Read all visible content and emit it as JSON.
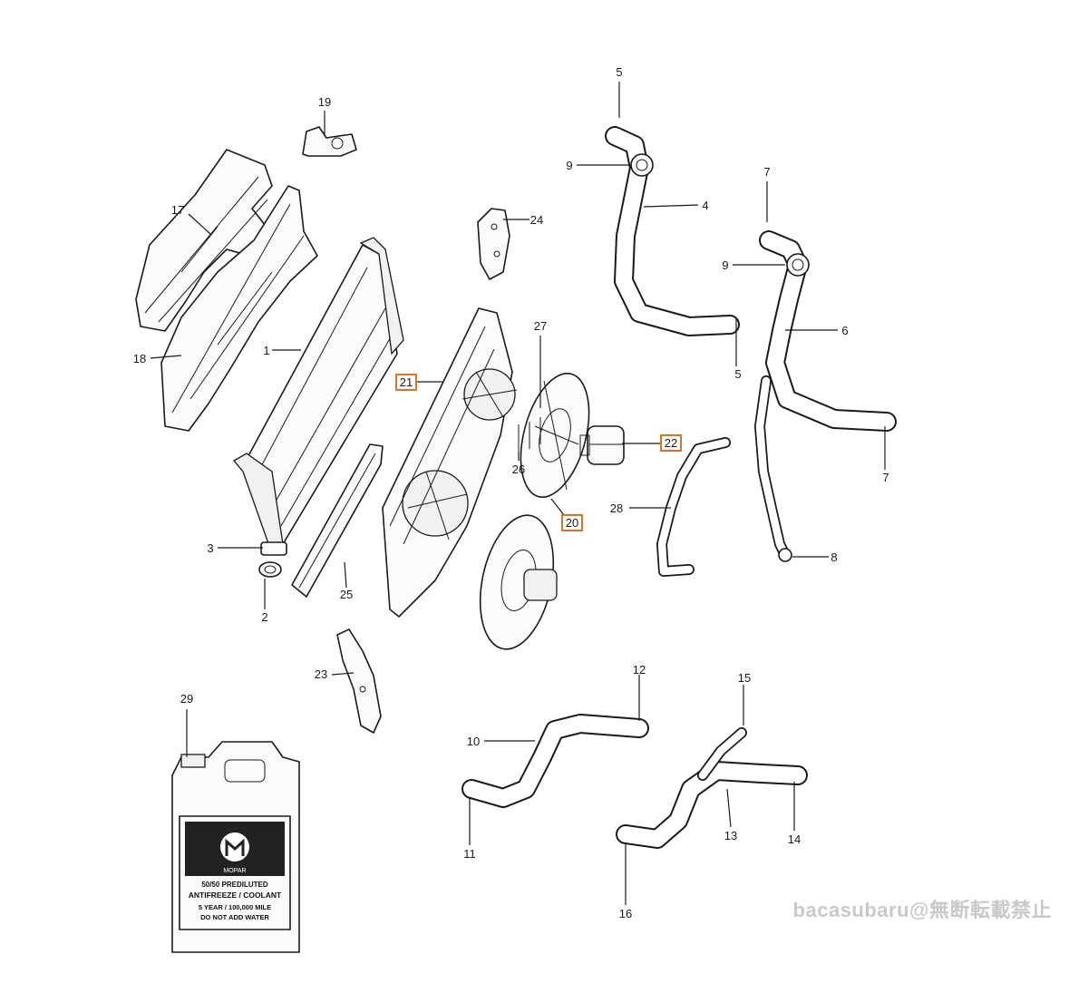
{
  "callouts": [
    {
      "id": "1",
      "highlighted": false
    },
    {
      "id": "2",
      "highlighted": false
    },
    {
      "id": "3",
      "highlighted": false
    },
    {
      "id": "4",
      "highlighted": false
    },
    {
      "id": "5",
      "highlighted": false
    },
    {
      "id": "6",
      "highlighted": false
    },
    {
      "id": "7",
      "highlighted": false
    },
    {
      "id": "8",
      "highlighted": false
    },
    {
      "id": "9",
      "highlighted": false
    },
    {
      "id": "10",
      "highlighted": false
    },
    {
      "id": "11",
      "highlighted": false
    },
    {
      "id": "12",
      "highlighted": false
    },
    {
      "id": "13",
      "highlighted": false
    },
    {
      "id": "14",
      "highlighted": false
    },
    {
      "id": "15",
      "highlighted": false
    },
    {
      "id": "16",
      "highlighted": false
    },
    {
      "id": "17",
      "highlighted": false
    },
    {
      "id": "18",
      "highlighted": false
    },
    {
      "id": "19",
      "highlighted": false
    },
    {
      "id": "20",
      "highlighted": true
    },
    {
      "id": "21",
      "highlighted": true
    },
    {
      "id": "22",
      "highlighted": true
    },
    {
      "id": "23",
      "highlighted": false
    },
    {
      "id": "24",
      "highlighted": false
    },
    {
      "id": "25",
      "highlighted": false
    },
    {
      "id": "26",
      "highlighted": false
    },
    {
      "id": "27",
      "highlighted": false
    },
    {
      "id": "28",
      "highlighted": false
    },
    {
      "id": "29",
      "highlighted": false
    }
  ],
  "jug_label": {
    "brand": "MOPAR",
    "line1": "50/50 PREDILUTED",
    "line2": "ANTIFREEZE / COOLANT",
    "line3": "5 YEAR / 100,000 MILE",
    "line4": "DO NOT ADD WATER"
  },
  "watermark": "bacasubaru@無断転載禁止",
  "colors": {
    "highlight_box": "#d0782c",
    "line": "#1a1a1a",
    "watermark": "#c9c9c9"
  }
}
